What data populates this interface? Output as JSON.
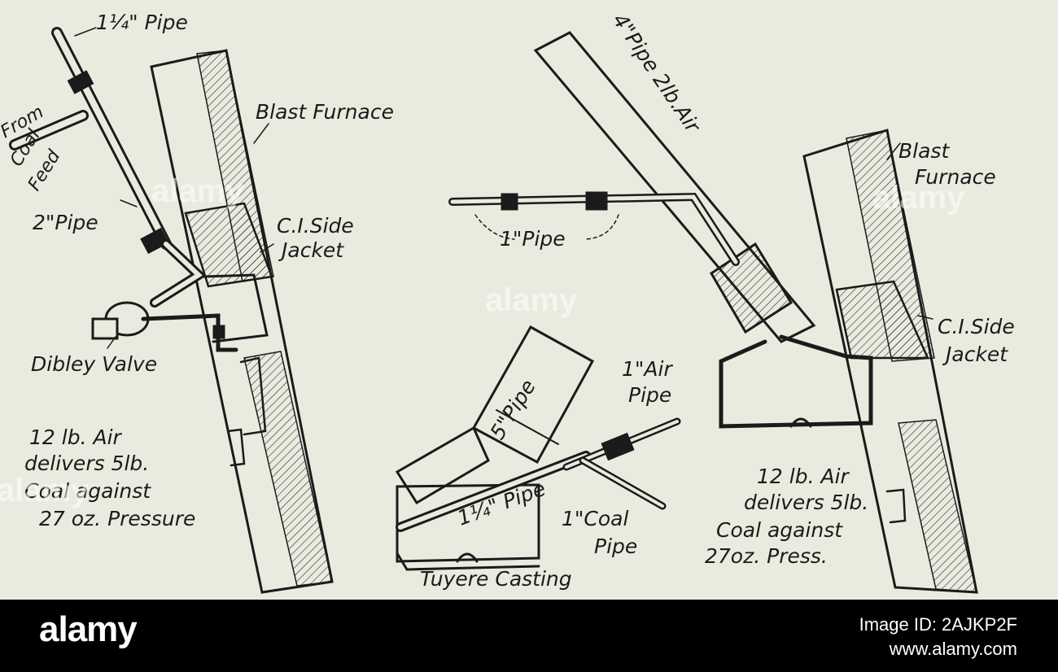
{
  "labels": {
    "pipe_quarter_top": "1¼\" Pipe",
    "from": "From",
    "coal": "Coal",
    "feed": "Feed",
    "blast_furnace_left": "Blast Furnace",
    "two_inch_pipe": "2\"Pipe",
    "ci_side_left": "C.I.Side",
    "jacket_left": "Jacket",
    "dibley_valve": "Dibley Valve",
    "left_note": [
      "12 lb. Air",
      "delivers 5lb.",
      "Coal against",
      "27 oz. Pressure"
    ],
    "four_inch_pipe": "4\"Pipe  2lb.Air",
    "one_inch_pipe": "1\"Pipe",
    "blast_right_1": "Blast",
    "blast_right_2": "Furnace",
    "ci_side_right": "C.I.Side",
    "jacket_right": "Jacket",
    "five_inch_pipe": "5\"Pipe",
    "one_air_1": "1\"Air",
    "one_air_2": "Pipe",
    "quarter_pipe_mid": "1¼\" Pipe",
    "one_coal_1": "1\"Coal",
    "one_coal_2": "Pipe",
    "tuyere_casting": "Tuyere Casting",
    "right_note": [
      "12 lb. Air",
      "delivers 5lb.",
      "Coal against",
      "27oz. Press."
    ]
  },
  "watermark": {
    "text": "alamy"
  },
  "footer": {
    "logo": "alamy",
    "image_id": "Image ID: 2AJKP2F",
    "url": "www.alamy.com"
  },
  "colors": {
    "paper": "#e9ebdf",
    "ink": "#1b1b1b",
    "footer": "#000000"
  }
}
